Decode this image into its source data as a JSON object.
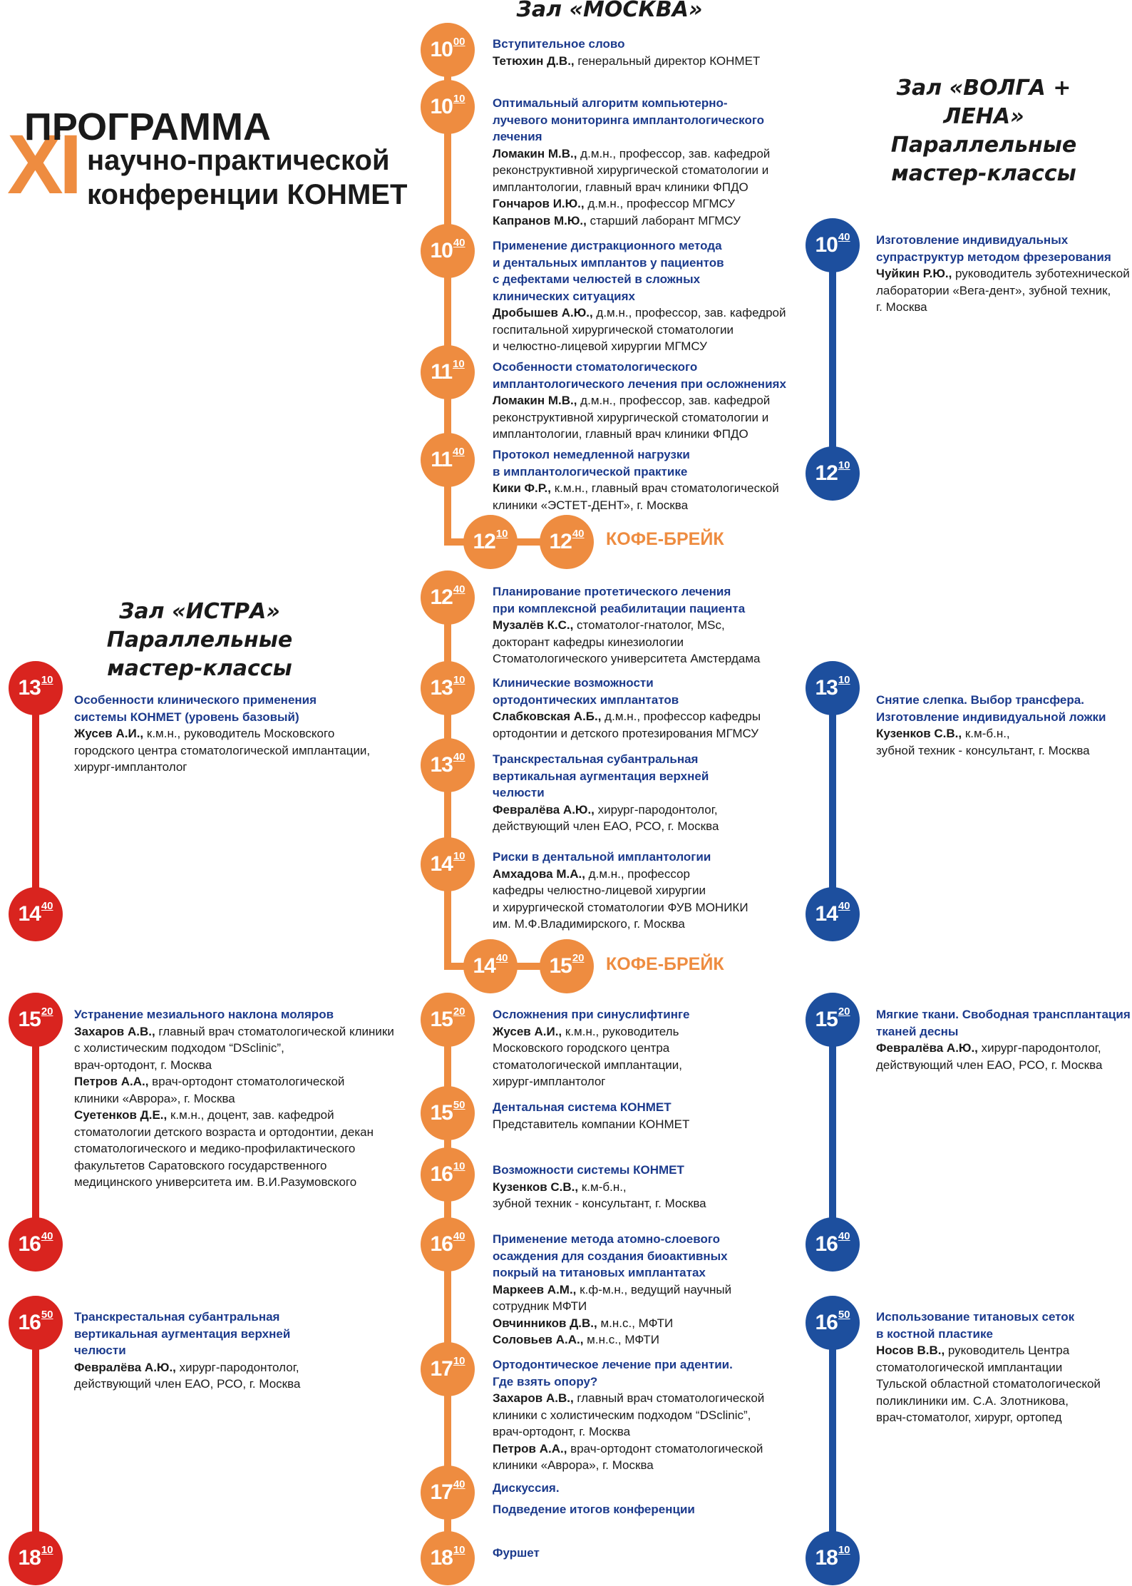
{
  "colors": {
    "moscow": "#ee8c40",
    "volga": "#1d4f9e",
    "istra": "#d9241f",
    "title_blue": "#1b3a8c"
  },
  "title": {
    "xi": "XI",
    "line1": "ПРОГРАММА",
    "line2": "научно-практической",
    "line3": "конференции КОНМЕТ"
  },
  "halls": {
    "moscow": {
      "name": "Зал «МОСКВА»"
    },
    "volga": {
      "name": "Зал «ВОЛГА + ЛЕНА»",
      "sub1": "Параллельные",
      "sub2": "мастер-классы"
    },
    "istra": {
      "name": "Зал «ИСТРА»",
      "sub1": "Параллельные",
      "sub2": "мастер-классы"
    }
  },
  "coffee_label": "КОФЕ-БРЕЙК",
  "moscow": [
    {
      "h": "10",
      "m": "00"
    },
    {
      "h": "10",
      "m": "10"
    },
    {
      "h": "10",
      "m": "40"
    },
    {
      "h": "11",
      "m": "10"
    },
    {
      "h": "11",
      "m": "40"
    },
    {
      "h": "12",
      "m": "10"
    },
    {
      "h": "12",
      "m": "40"
    },
    {
      "h": "12",
      "m": "40"
    },
    {
      "h": "13",
      "m": "10"
    },
    {
      "h": "13",
      "m": "40"
    },
    {
      "h": "14",
      "m": "10"
    },
    {
      "h": "14",
      "m": "40"
    },
    {
      "h": "15",
      "m": "20"
    },
    {
      "h": "15",
      "m": "20"
    },
    {
      "h": "15",
      "m": "50"
    },
    {
      "h": "16",
      "m": "10"
    },
    {
      "h": "16",
      "m": "40"
    },
    {
      "h": "17",
      "m": "10"
    },
    {
      "h": "17",
      "m": "40"
    },
    {
      "h": "18",
      "m": "10"
    }
  ],
  "volga": [
    {
      "h": "10",
      "m": "40"
    },
    {
      "h": "12",
      "m": "10"
    },
    {
      "h": "13",
      "m": "10"
    },
    {
      "h": "14",
      "m": "40"
    },
    {
      "h": "15",
      "m": "20"
    },
    {
      "h": "16",
      "m": "40"
    },
    {
      "h": "16",
      "m": "50"
    },
    {
      "h": "18",
      "m": "10"
    }
  ],
  "istra": [
    {
      "h": "13",
      "m": "10"
    },
    {
      "h": "14",
      "m": "40"
    },
    {
      "h": "15",
      "m": "20"
    },
    {
      "h": "16",
      "m": "40"
    },
    {
      "h": "16",
      "m": "50"
    },
    {
      "h": "18",
      "m": "10"
    }
  ],
  "talks": {
    "m1": {
      "title": [
        "Вступительное слово"
      ],
      "people": [
        {
          "n": "Тетюхин Д.В.,",
          "d": " генеральный директор КОНМЕТ"
        }
      ]
    },
    "m2": {
      "title": [
        "Оптимальный алгоритм компьютерно-",
        "лучевого мониторинга имплантологического",
        "лечения"
      ],
      "people": [
        {
          "n": "Ломакин М.В.,",
          "d": " д.м.н., профессор, зав. кафедрой"
        },
        {
          "n": "",
          "d": "реконструктивной хирургической стоматологии и"
        },
        {
          "n": "",
          "d": "имплантологии, главный врач клиники ФПДО"
        },
        {
          "n": "Гончаров И.Ю.,",
          "d": " д.м.н., профессор МГМСУ"
        },
        {
          "n": "Капранов М.Ю.,",
          "d": " старший лаборант МГМСУ"
        }
      ]
    },
    "m3": {
      "title": [
        "Применение дистракционного метода",
        "и дентальных имплантов у пациентов",
        "с дефектами челюстей в сложных",
        "клинических ситуациях"
      ],
      "people": [
        {
          "n": "Дробышев А.Ю.,",
          "d": " д.м.н., профессор, зав. кафедрой"
        },
        {
          "n": "",
          "d": "госпитальной хирургической стоматологии"
        },
        {
          "n": "",
          "d": "и челюстно-лицевой хирургии МГМСУ"
        }
      ]
    },
    "m4": {
      "title": [
        "Особенности стоматологического",
        "имплантологического лечения при осложнениях"
      ],
      "people": [
        {
          "n": "Ломакин М.В.,",
          "d": " д.м.н., профессор, зав. кафедрой"
        },
        {
          "n": "",
          "d": "реконструктивной хирургической стоматологии и"
        },
        {
          "n": "",
          "d": "имплантологии, главный врач клиники ФПДО"
        }
      ]
    },
    "m5": {
      "title": [
        "Протокол немедленной нагрузки",
        "в имплантологической практике"
      ],
      "people": [
        {
          "n": "Кики Ф.Р.,",
          "d": " к.м.н., главный врач стоматологической"
        },
        {
          "n": "",
          "d": "клиники «ЭСТЕТ-ДЕНТ», г. Москва"
        }
      ]
    },
    "m6": {
      "title": [
        "Планирование протетического лечения",
        "при комплексной реабилитации пациента"
      ],
      "people": [
        {
          "n": "Музалёв К.С.,",
          "d": " стоматолог-гнатолог, MSc,"
        },
        {
          "n": "",
          "d": "докторант кафедры кинезиологии"
        },
        {
          "n": "",
          "d": "Стоматологического университета Амстердама"
        }
      ]
    },
    "m7": {
      "title": [
        "Клинические возможности",
        "ортодонтических имплантатов"
      ],
      "people": [
        {
          "n": "Слабковская А.Б.,",
          "d": " д.м.н., профессор кафедры"
        },
        {
          "n": "",
          "d": "ортодонтии и детского протезирования МГМСУ"
        }
      ]
    },
    "m8": {
      "title": [
        "Транскрестальная субантральная",
        "вертикальная аугментация верхней",
        "челюсти"
      ],
      "people": [
        {
          "n": "Февралёва А.Ю.,",
          "d": " хирург-пародонтолог,"
        },
        {
          "n": "",
          "d": "действующий член ЕАО, РСО, г. Москва"
        }
      ]
    },
    "m9": {
      "title": [
        "Риски в дентальной имплантологии"
      ],
      "people": [
        {
          "n": "Амхадова М.А.,",
          "d": " д.м.н., профессор"
        },
        {
          "n": "",
          "d": "кафедры челюстно-лицевой хирургии"
        },
        {
          "n": "",
          "d": "и хирургической стоматологии ФУВ МОНИКИ"
        },
        {
          "n": "",
          "d": "им. М.Ф.Владимирского, г. Москва"
        }
      ]
    },
    "m10": {
      "title": [
        "Осложнения при синуслифтинге"
      ],
      "people": [
        {
          "n": "Жусев А.И.,",
          "d": " к.м.н., руководитель"
        },
        {
          "n": "",
          "d": "Московского городского центра"
        },
        {
          "n": "",
          "d": "стоматологической имплантации,"
        },
        {
          "n": "",
          "d": "хирург-имплантолог"
        }
      ]
    },
    "m11": {
      "title": [
        "Дентальная система КОНМЕТ"
      ],
      "people": [
        {
          "n": "",
          "d": "Представитель компании КОНМЕТ"
        }
      ]
    },
    "m12": {
      "title": [
        "Возможности системы КОНМЕТ"
      ],
      "people": [
        {
          "n": "Кузенков С.В.,",
          "d": " к.м-б.н.,"
        },
        {
          "n": "",
          "d": "зубной техник - консультант, г. Москва"
        }
      ]
    },
    "m13": {
      "title": [
        "Применение метода атомно-слоевого",
        "осаждения для создания биоактивных",
        "покрый на титановых имплантатах"
      ],
      "people": [
        {
          "n": "Маркеев А.М.,",
          "d": " к.ф-м.н., ведущий научный"
        },
        {
          "n": "",
          "d": "сотрудник МФТИ"
        },
        {
          "n": "Овчинников Д.В.,",
          "d": " м.н.с., МФТИ"
        },
        {
          "n": "Соловьев А.А.,",
          "d": " м.н.с., МФТИ"
        }
      ]
    },
    "m14": {
      "title": [
        "Ортодонтическое лечение при адентии.",
        "Где взять опору?"
      ],
      "people": [
        {
          "n": "Захаров А.В.,",
          "d": " главный врач стоматологической"
        },
        {
          "n": "",
          "d": "клиники с холистическим подходом “DSclinic”,"
        },
        {
          "n": "",
          "d": "врач-ортодонт, г. Москва"
        },
        {
          "n": "Петров А.А.,",
          "d": " врач-ортодонт стоматологической"
        },
        {
          "n": "",
          "d": "клиники «Аврора», г. Москва"
        }
      ]
    },
    "m15": {
      "title": [
        "Дискуссия.",
        "",
        "Подведение итогов конференции"
      ],
      "people": []
    },
    "m16": {
      "title": [
        "Фуршет"
      ],
      "people": []
    },
    "v1": {
      "title": [
        "Изготовление индивидуальных",
        "супраструктур методом фрезерования"
      ],
      "people": [
        {
          "n": "Чуйкин Р.Ю.,",
          "d": " руководитель зуботехнической"
        },
        {
          "n": "",
          "d": "лаборатории «Вега-дент», зубной техник,"
        },
        {
          "n": "",
          "d": "г. Москва"
        }
      ]
    },
    "v2": {
      "title": [
        "Снятие слепка. Выбор трансфера.",
        "Изготовление индивидуальной ложки"
      ],
      "people": [
        {
          "n": "Кузенков С.В.,",
          "d": " к.м-б.н.,"
        },
        {
          "n": "",
          "d": "зубной техник - консультант, г. Москва"
        }
      ]
    },
    "v3": {
      "title": [
        "Мягкие ткани. Свободная трансплантация",
        "тканей десны"
      ],
      "people": [
        {
          "n": "Февралёва А.Ю.,",
          "d": " хирург-пародонтолог,"
        },
        {
          "n": "",
          "d": "действующий член ЕАО, РСО, г. Москва"
        }
      ]
    },
    "v4": {
      "title": [
        "Использование титановых сеток",
        "в костной пластике"
      ],
      "people": [
        {
          "n": "Носов В.В.,",
          "d": " руководитель Центра"
        },
        {
          "n": "",
          "d": "стоматологической имплантации"
        },
        {
          "n": "",
          "d": "Тульской областной стоматологической"
        },
        {
          "n": "",
          "d": "поликлиники им. С.А. Злотникова,"
        },
        {
          "n": "",
          "d": "врач-стоматолог, хирург, ортопед"
        }
      ]
    },
    "i1": {
      "title": [
        "Особенности клинического применения",
        "системы КОНМЕТ (уровень базовый)"
      ],
      "people": [
        {
          "n": "Жусев А.И.,",
          "d": " к.м.н., руководитель Московского"
        },
        {
          "n": "",
          "d": "городского центра стоматологической имплантации,"
        },
        {
          "n": "",
          "d": "хирург-имплантолог"
        }
      ]
    },
    "i2": {
      "title": [
        "Устранение мезиального наклона моляров"
      ],
      "people": [
        {
          "n": "Захаров А.В.,",
          "d": " главный врач стоматологической клиники"
        },
        {
          "n": "",
          "d": "с холистическим подходом “DSclinic”,"
        },
        {
          "n": "",
          "d": "врач-ортодонт, г. Москва"
        },
        {
          "n": "Петров А.А.,",
          "d": " врач-ортодонт стоматологической"
        },
        {
          "n": "",
          "d": "клиники «Аврора», г. Москва"
        },
        {
          "n": "Суетенков Д.Е.,",
          "d": " к.м.н., доцент, зав. кафедрой"
        },
        {
          "n": "",
          "d": "стоматологии детского возраста и ортодонтии, декан"
        },
        {
          "n": "",
          "d": "стоматологического и медико-профилактического"
        },
        {
          "n": "",
          "d": "факультетов Саратовского государственного"
        },
        {
          "n": "",
          "d": "медицинского университета им. В.И.Разумовского"
        }
      ]
    },
    "i3": {
      "title": [
        "Транскрестальная субантральная",
        "вертикальная аугментация верхней",
        "челюсти"
      ],
      "people": [
        {
          "n": "Февралёва А.Ю.,",
          "d": " хирург-пародонтолог,"
        },
        {
          "n": "",
          "d": "действующий член ЕАО, РСО, г. Москва"
        }
      ]
    }
  }
}
